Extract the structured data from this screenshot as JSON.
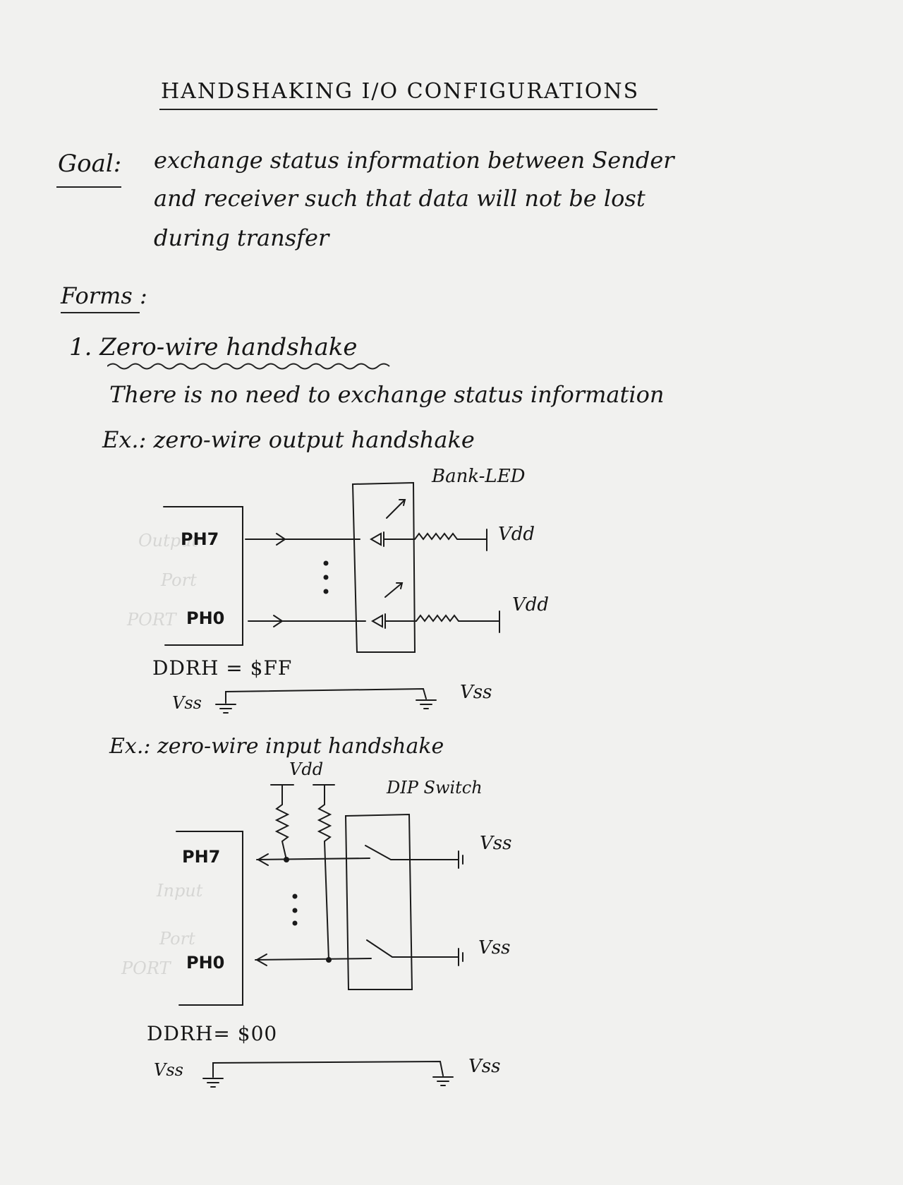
{
  "title": "HANDSHAKING I/O CONFIGURATIONS",
  "goal": {
    "label": "Goal:",
    "lines": [
      "exchange status information between Sender",
      "and receiver such that data will not be lost",
      "during transfer"
    ]
  },
  "forms_label": "Forms :",
  "item1": {
    "heading": "1. Zero-wire handshake",
    "description": "There is no need to exchange status information"
  },
  "example_output": {
    "label": "Ex.: zero-wire output handshake",
    "bank_label": "Bank-LED",
    "pin_top": "PH7",
    "pin_bottom": "PH0",
    "supply_top": "Vdd",
    "supply_bottom": "Vdd",
    "ddr": "DDRH = $FF",
    "ground_left": "Vss",
    "ground_right": "Vss"
  },
  "example_input": {
    "label": "Ex.: zero-wire input handshake",
    "supply": "Vdd",
    "switch_label": "DIP Switch",
    "pin_top": "PH7",
    "pin_bottom": "PH0",
    "switch_gnd_top": "Vss",
    "switch_gnd_bottom": "Vss",
    "ddr": "DDRH= $00",
    "ground_left": "Vss",
    "ground_right": "Vss"
  }
}
